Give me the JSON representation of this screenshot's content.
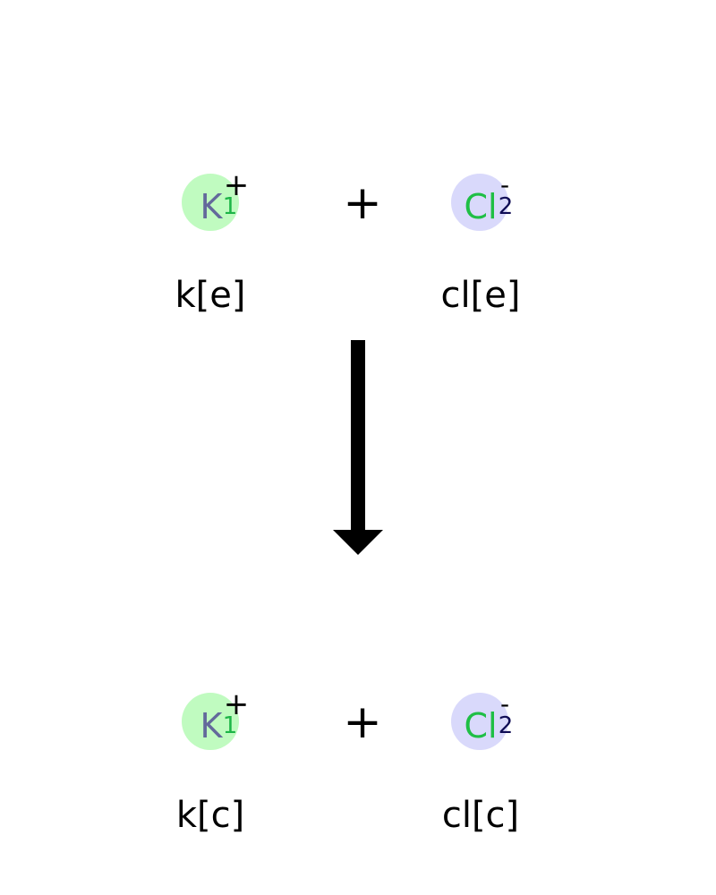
{
  "reactants": [
    {
      "symbol": "K",
      "index": "1",
      "charge": "+",
      "label": "k[e]",
      "circle_color": "#c0fbc0",
      "symbol_color": "#63699b",
      "index_color": "#1db547",
      "charge_color": "#000000"
    },
    {
      "symbol": "Cl",
      "index": "2",
      "charge": "-",
      "label": "cl[e]",
      "circle_color": "#d9d9fb",
      "symbol_color": "#1fbf45",
      "index_color": "#100d55",
      "charge_color": "#000000"
    }
  ],
  "reactant_operator": "+",
  "products": [
    {
      "symbol": "K",
      "index": "1",
      "charge": "+",
      "label": "k[c]",
      "circle_color": "#c0fbc0",
      "symbol_color": "#63699b",
      "index_color": "#1db547",
      "charge_color": "#000000"
    },
    {
      "symbol": "Cl",
      "index": "2",
      "charge": "-",
      "label": "cl[c]",
      "circle_color": "#d9d9fb",
      "symbol_color": "#1fbf45",
      "index_color": "#100d55",
      "charge_color": "#000000"
    }
  ],
  "product_operator": "+",
  "arrow_color": "#000000",
  "text_color": "#000000"
}
